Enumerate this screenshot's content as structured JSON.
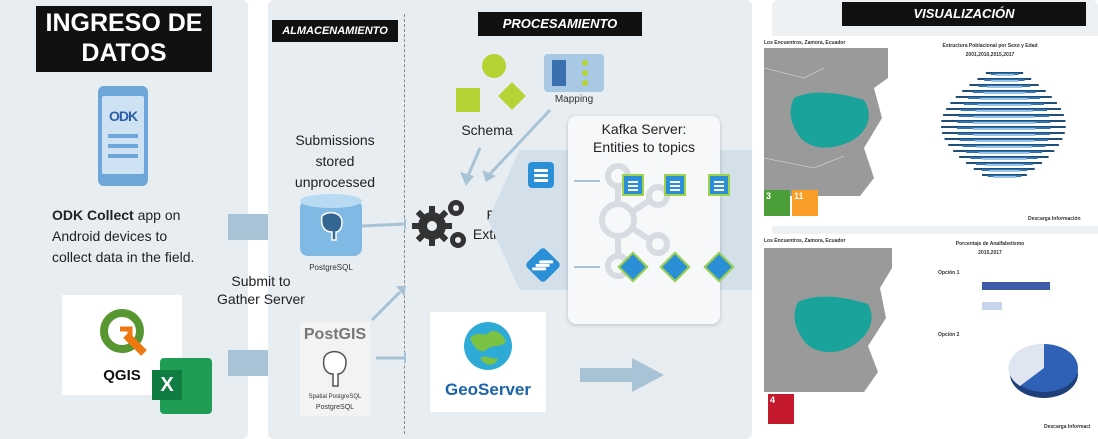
{
  "sections": {
    "ingreso": "INGRESO DE DATOS",
    "almacenamiento": "ALMACENAMIENTO",
    "procesamiento": "PROCESAMIENTO",
    "visualizacion": "VISUALIZACIÓN"
  },
  "ingreso": {
    "odk_text_bold": "ODK Collect",
    "odk_text_1": " app on",
    "odk_text_2": "Android devices to",
    "odk_text_3": "collect data in the field.",
    "odk_logo": "ODK",
    "qgis_label": "QGIS",
    "excel_label": "X"
  },
  "almacenamiento": {
    "submissions_1": "Submissions",
    "submissions_2": "stored",
    "submissions_3": "unprocessed",
    "postgresql": "PostgreSQL",
    "submit_1": "Submit to",
    "submit_2": "Gather Server",
    "postgis": "PostGIS",
    "postgis_sub": "Spatial PostgreSQL",
    "postgis_sub2": "PostgreSQL"
  },
  "procesamiento": {
    "schema": "Schema",
    "mapping": "Mapping",
    "entity_1": "Entity",
    "entity_2": "Extraction",
    "kafka_1": "Kafka Server:",
    "kafka_2": "Entities to topics",
    "geoserver": "GeoServer"
  },
  "visualizacion": {
    "map1_title": "Los Encuentros, Zamora, Ecuador",
    "pyramid_title_1": "Estructura Poblacional por Sexo y Edad",
    "pyramid_title_2": "2001,2010,2015,2017",
    "sdg3_num": "3",
    "sdg11_num": "11",
    "download_1": "Descarga Información",
    "map2_title": "Los Encuentros, Zamora, Ecuador",
    "anal_title_1": "Porcentaje de Analfabetismo",
    "anal_title_2": "2015,2017",
    "opcion1": "Opción 1",
    "opcion2": "Opción 2",
    "sdg4_num": "4",
    "download_2": "Descarga Informaci"
  },
  "colors": {
    "panel": "#e8edf2",
    "arrow": "#a9c3d6",
    "entity_blue": "#2a8fd6",
    "map_teal": "#1aa39a",
    "map_grey": "#9a9a9a",
    "sdg3": "#4c9f38",
    "sdg11": "#f99d26",
    "sdg4": "#c5192d"
  }
}
